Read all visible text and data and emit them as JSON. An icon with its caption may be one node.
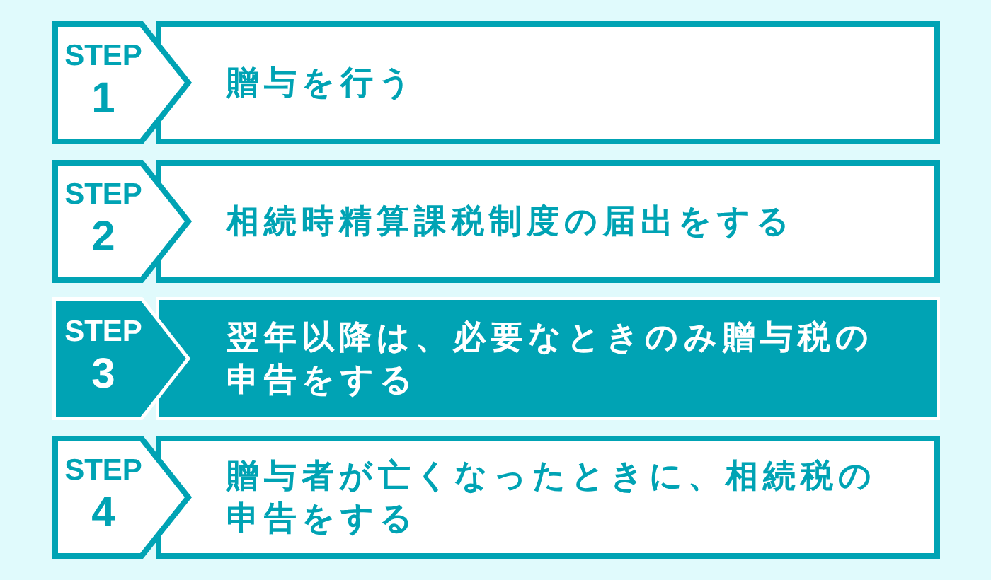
{
  "diagram": {
    "nodes": [
      {
        "text": [
          "STEP",
          "1"
        ]
      },
      {
        "text": [
          "贈与を行う"
        ]
      },
      {
        "text": [
          "STEP",
          "2"
        ]
      },
      {
        "text": [
          "相続時精算課税制度の届出をする"
        ]
      },
      {
        "text": [
          "STEP",
          "3"
        ]
      },
      {
        "text": [
          "翌年以降は、必要なときのみ贈与税の申告をする"
        ]
      },
      {
        "text": [
          "STEP",
          "4"
        ]
      },
      {
        "text": [
          "贈与者が亡くなったときに、相続税の申告をする"
        ]
      }
    ]
  }
}
